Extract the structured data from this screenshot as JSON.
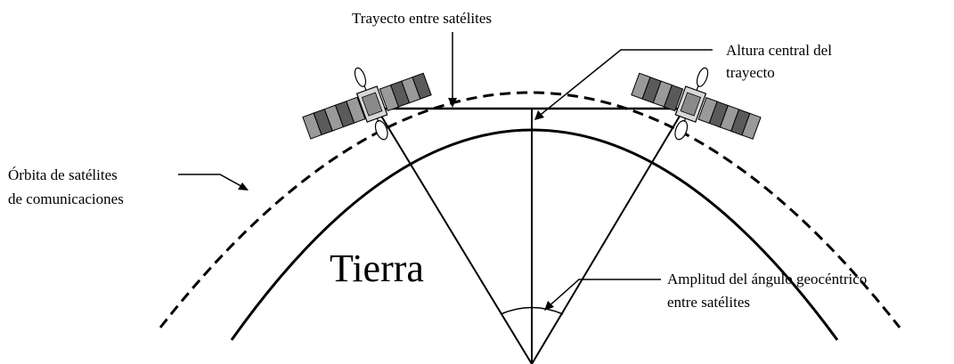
{
  "labels": {
    "path_between_satellites": "Trayecto entre satélites",
    "central_height_line1": "Altura central del",
    "central_height_line2": "trayecto",
    "orbit_line1": "Órbita de satélites",
    "orbit_line2": "de comunicaciones",
    "earth": "Tierra",
    "angle_line1": "Amplitud del ángulo geocéntrico",
    "angle_line2": "entre satélites"
  },
  "colors": {
    "line": "#000000",
    "panel": "#9a9a9a",
    "background": "#ffffff"
  },
  "icons": [
    "satellite-icon"
  ]
}
